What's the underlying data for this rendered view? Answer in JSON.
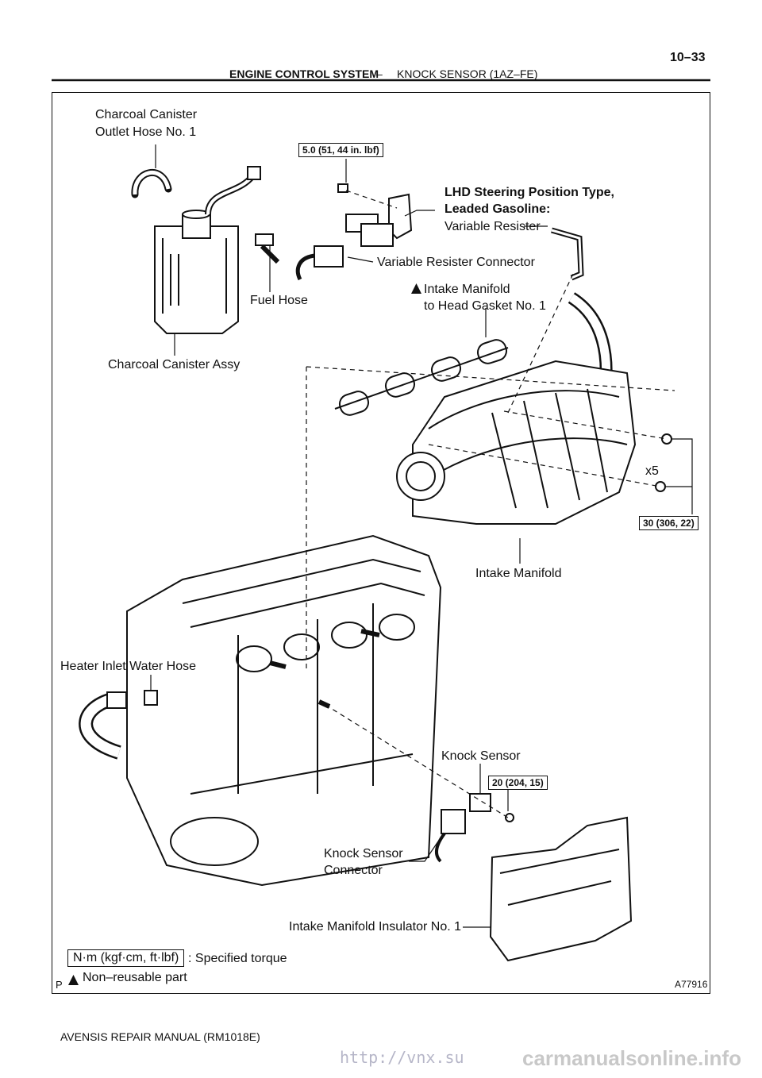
{
  "header": {
    "section": "ENGINE CONTROL SYSTEM",
    "dash": "–",
    "subsection": "KNOCK SENSOR (1AZ–FE)",
    "page_number": "10–33"
  },
  "labels": {
    "charcoal_outlet_hose_1": "Charcoal Canister",
    "charcoal_outlet_hose_2": "Outlet Hose No. 1",
    "fuel_hose": "Fuel Hose",
    "charcoal_canister_assy": "Charcoal Canister Assy",
    "lhd_type_1": "LHD Steering Position Type,",
    "lhd_type_2": "Leaded Gasoline:",
    "variable_resister": "Variable Resister",
    "variable_resister_connector": "Variable Resister Connector",
    "intake_gasket_1": "Intake Manifold",
    "intake_gasket_2": "to Head Gasket No. 1",
    "x5": "x5",
    "intake_manifold": "Intake Manifold",
    "heater_inlet_hose": "Heater Inlet Water Hose",
    "knock_sensor": "Knock Sensor",
    "knock_sensor_connector_1": "Knock Sensor",
    "knock_sensor_connector_2": "Connector",
    "intake_insulator": "Intake Manifold Insulator No. 1"
  },
  "torques": {
    "variable_resister_bolt": "5.0 (51, 44 in. lbf)",
    "intake_manifold_nuts": "30 (306, 22)",
    "knock_sensor": "20 (204, 15)"
  },
  "legend": {
    "torque_unit": "N·m (kgf·cm, ft·lbf)",
    "torque_text": ": Specified torque",
    "nonreusable_text": "Non–reusable part"
  },
  "figure": {
    "corner_mark": "P",
    "figure_id": "A77916"
  },
  "footer": {
    "manual": "AVENSIS REPAIR MANUAL   (RM1018E)",
    "link": "http://vnx.su",
    "watermark": "carmanualsonline.info"
  }
}
